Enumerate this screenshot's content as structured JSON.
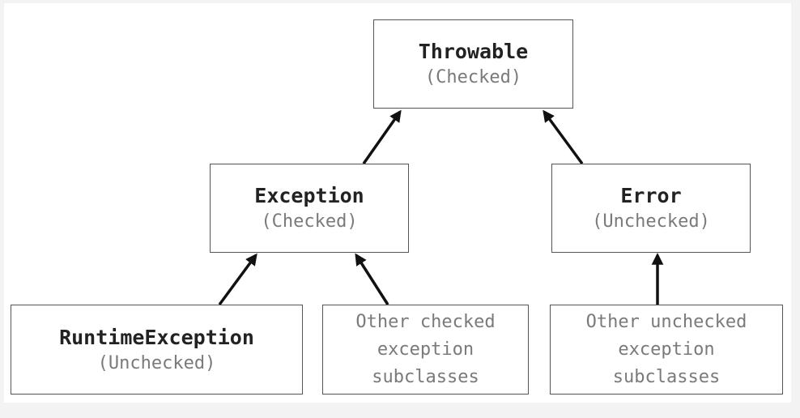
{
  "nodes": {
    "throwable": {
      "name": "Throwable",
      "kind": "(Checked)"
    },
    "exception": {
      "name": "Exception",
      "kind": "(Checked)"
    },
    "error": {
      "name": "Error",
      "kind": "(Unchecked)"
    },
    "runtime_exception": {
      "name": "RuntimeException",
      "kind": "(Unchecked)"
    },
    "other_checked": {
      "lines": [
        "Other checked",
        "exception",
        "subclasses"
      ]
    },
    "other_unchecked": {
      "lines": [
        "Other unchecked",
        "exception",
        "subclasses"
      ]
    }
  },
  "edges": [
    {
      "from": "exception",
      "to": "throwable"
    },
    {
      "from": "error",
      "to": "throwable"
    },
    {
      "from": "runtime_exception",
      "to": "exception"
    },
    {
      "from": "other_checked",
      "to": "exception"
    },
    {
      "from": "other_unchecked",
      "to": "error"
    }
  ]
}
